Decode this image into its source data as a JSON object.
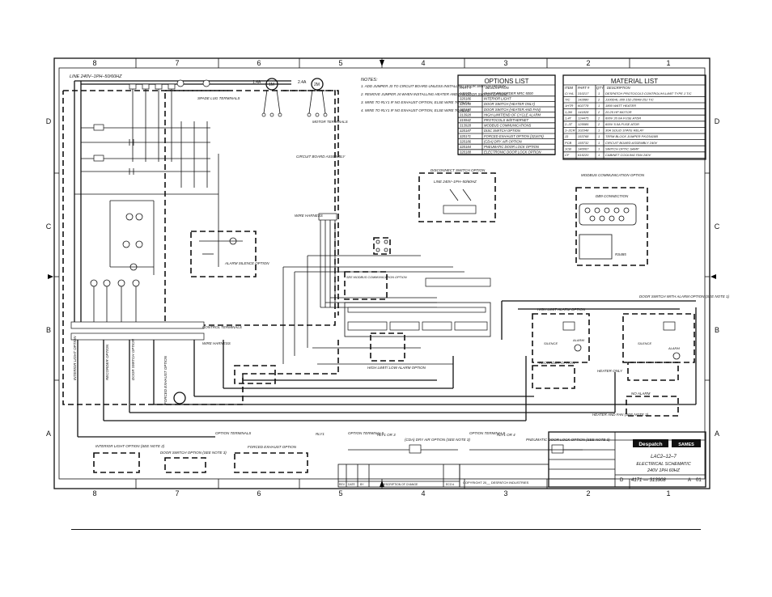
{
  "drawing": {
    "col_labels": [
      "8",
      "7",
      "6",
      "5",
      "4",
      "3",
      "2",
      "1"
    ],
    "row_labels": [
      "D",
      "C",
      "B",
      "A"
    ],
    "supply_label": "LINE 240V–1PH–50/60HZ",
    "motor_labels": [
      "1.4A",
      "1M",
      "2.4A",
      "2M"
    ],
    "labels": {
      "spade_lug": "SPADE LUG TERMINALS",
      "motor_terminals": "MOTOR TERMINALS",
      "circuit_board": "CIRCUIT BOARD ASSEMBLY",
      "wire_harness": "WIRE HARNESS",
      "control_terminals": "CONTROL TERMINALS",
      "wire_harness_2": "WIRE HARNESS",
      "alarm_silence": "ALARM SILENCE OPTION",
      "recorder_option_v": "RECORDER OPTION",
      "door_switch_v": "DOOR SWITCH OPTION",
      "forced_exhaust_v": "FORCED EXHAUST OPTION",
      "interior_light_v": "INTERIOR LIGHT OPTION",
      "high_limit_low": "HIGH LIMIT/ LOW ALARM OPTION",
      "high_limit_alarm": "HIGH LIMIT ALARM OPTION",
      "door_switch_alarm": "DOOR SWITCH WITH ALARM OPTION (SEE NOTE 1)",
      "heater_only": "HEATER ONLY",
      "heater_fan": "HEATER AND FAN (SEE NOTE 2)",
      "recorder_option": "RECORDER OPTION",
      "disconnect": "DISCONNECT SWITCH OPTION",
      "disconnect_line": "LINE 240V–1PH–50/60HZ",
      "modbus": "MODBUS COMMUNICATION OPTION",
      "db9": "DB9 CONNECTION",
      "rs485": "RS485",
      "ethernet_opt": "SEE MODBUS COMMUNICATION OPTION",
      "silence": "SILENCE",
      "alarm": "ALARM",
      "no_alarm": "NO ALARM"
    },
    "bottom_options": {
      "interior_light": "INTERIOR LIGHT OPTION (SEE NOTE 2)",
      "door_switch": "DOOR SWITCH OPTION (SEE NOTE 3)",
      "option_terminals_1": "OPTION TERMINALS",
      "forced_exhaust": "FORCED EXHAUST OPTION",
      "rly1": "RLY1",
      "option_terminals_2": "OPTION TERMINALS",
      "rly_1_or_3": "RLY1 OR 3",
      "cda_dry_air": "(CDA) DRY AIR OPTION (SEE NOTE 3)",
      "option_terminals_3": "OPTION TERMINALS",
      "rly_1_or_4": "RLY1 OR 4",
      "pneumatic_door": "PNEUMATIC DOOR LOCK OPTION (SEE NOTE 3)"
    }
  },
  "notes": {
    "title": "NOTES:",
    "items": [
      "1. ADD JUMPER J3 TO CIRCUIT BOARD UNLESS INSTALLING DOOR SWITCH OPTION.",
      "2. REMOVE JUMPER J4 WHEN INSTALLING HEATER AND FAN DOOR SWITCH OPTION.",
      "3. WIRE TO RLY1 IF NO EXHAUST OPTION, ELSE WIRE TO RLY3.",
      "4. WIRE TO RLY1 IF NO EXHAUST OPTION, ELSE WIRE TO RLY4."
    ]
  },
  "options_list": {
    "title": "OPTIONS LIST",
    "headers": [
      "PART #",
      "DESCRIPTION"
    ],
    "rows": [
      [
        "141678",
        "CHART RECORDER MRC 5000"
      ],
      [
        "320186",
        "INTERIOR LIGHT"
      ],
      [
        "320190",
        "DOOR SWITCH (HEATER ONLY)"
      ],
      [
        "320190",
        "DOOR SWITCH (HEATER AND FAN)"
      ],
      [
        "313928",
        "HIGH-LIMIT/END OF CYCLE ALARM"
      ],
      [
        "315942",
        "PROTOCOLS W/ETHERNET"
      ],
      [
        "313928",
        "MODBUS COMMUNICATIONS"
      ],
      [
        "320187",
        "DISC SWITCH OPTION"
      ],
      [
        "320171",
        "FORCED EXHAUST OPTION (321674)"
      ],
      [
        "320186",
        "(CDA) DRY AIR OPTION"
      ],
      [
        "320184",
        "PNEUMATIC DOOR LOCK OPTION"
      ],
      [
        "320188",
        "ELECTRONIC DOOR LOCK OPTION"
      ]
    ]
  },
  "material_list": {
    "title": "MATERIAL LIST",
    "headers": [
      "ITEM",
      "PART #",
      "QTY",
      "DESCRIPTION"
    ],
    "rows": [
      [
        "C/ H/L",
        "310217",
        "1",
        "DESPATCH PROTOCOL3 CONTROL/HI-LIMIT TYPE J T/C"
      ],
      [
        "T/C",
        "142880",
        "2",
        "J100D4L-300-152-25048-25J T/C"
      ],
      [
        "1HTR",
        "602778",
        "1",
        "1800 WATT HEATER"
      ],
      [
        "1,2M",
        "141828",
        "2",
        "20.25 HP MOTOR"
      ],
      [
        "1,4T",
        "124475",
        "2",
        "600V 20.0A FUSE ATDR"
      ],
      [
        "2–3T",
        "125585",
        "2",
        "600V 5.0A FUSE ATDR"
      ],
      [
        "1–2CR",
        "102348",
        "1",
        "30A SOLID STATE RELAY"
      ],
      [
        "J3",
        "153768",
        "1",
        "TERM BLOCK JUMPER PK/25418B"
      ],
      [
        "PCB",
        "155732",
        "1",
        "CIRCUIT BOARD ASSEMBLY 240V"
      ],
      [
        "1CB",
        "140067",
        "1",
        "SWITCH OPTIC SAMP"
      ],
      [
        "CF",
        "615220",
        "1",
        "CABINET COOLING FAN 240V"
      ]
    ]
  },
  "title_block": {
    "brand": "Despatch",
    "brand2": "SAMES",
    "model": "LAC2–12–7",
    "desc1": "ELECTRICAL SCHEMATIC",
    "desc2": "240V 1PH 60HZ",
    "size": "D",
    "dwg_no": "4171 — 313908",
    "rev": "A",
    "sheet": "01",
    "copyright": "COPYRIGHT 20__ DESPATCH INDUSTRIES",
    "change_header": [
      "REV",
      "DATE",
      "BY",
      "DESCRIPTION OF CHANGE",
      "ECO #"
    ]
  }
}
